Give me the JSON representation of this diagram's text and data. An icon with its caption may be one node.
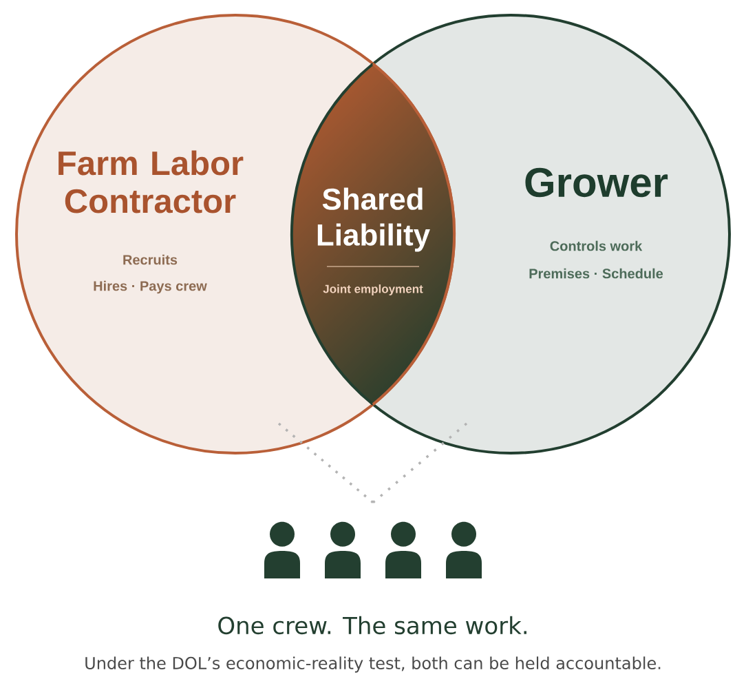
{
  "diagram": {
    "caption": "One crew. The same work.",
    "nodes": [
      {
        "text": [
          "Farm Labor Contractor",
          "Recruits",
          "Hires · Pays crew"
        ]
      },
      {
        "text": [
          "Grower",
          "Controls work",
          "Premises · Schedule"
        ]
      },
      {
        "text": [
          "Shared Liability",
          "Joint employment"
        ]
      },
      {
        "text": [],
        "shape": "person"
      }
    ],
    "edges": [
      {
        "from": 0,
        "to": 3,
        "arrow": "none",
        "style": "dashed"
      },
      {
        "from": 1,
        "to": 3,
        "arrow": "none",
        "style": "dashed"
      }
    ],
    "labels": [
      "Under the DOL’s economic-reality test, both can be held accountable."
    ]
  }
}
